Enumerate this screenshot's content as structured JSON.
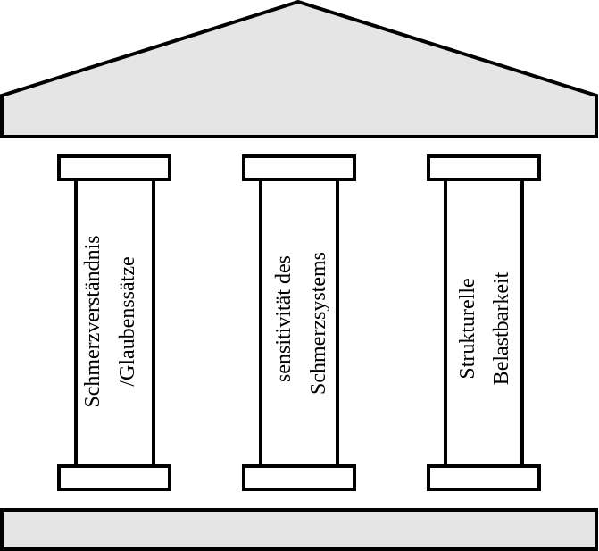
{
  "colors": {
    "stone_fill": "#e5e5e5",
    "outline": "#000000",
    "pillar_fill": "#ffffff"
  },
  "pillars": [
    {
      "lines": [
        "Schmerzverständnis",
        "/Glaubenssätze"
      ]
    },
    {
      "lines": [
        "sensitivität des",
        "Schmerzsystems"
      ]
    },
    {
      "lines": [
        "Strukturelle",
        "Belastbarkeit"
      ]
    }
  ]
}
